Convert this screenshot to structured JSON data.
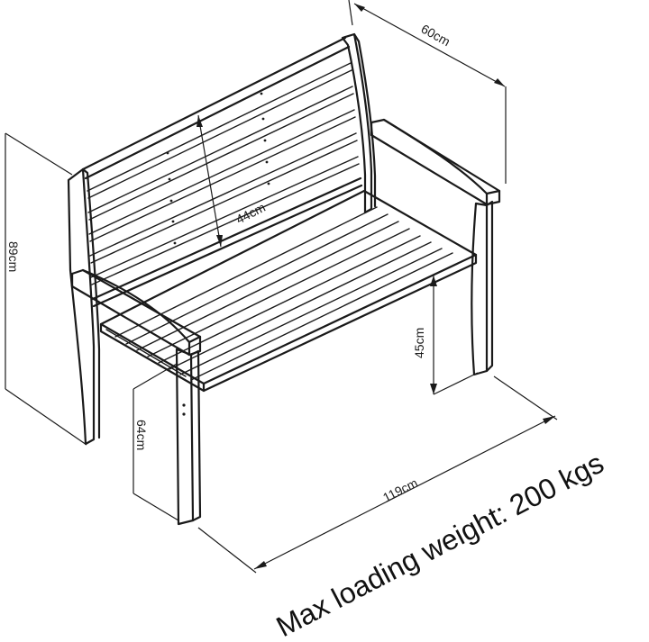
{
  "dimensions": {
    "depth": "60cm",
    "back_height": "44cm",
    "total_height": "89cm",
    "seat_height": "45cm",
    "arm_height": "64cm",
    "width": "119cm"
  },
  "note": "Max loading weight: 200 kgs"
}
